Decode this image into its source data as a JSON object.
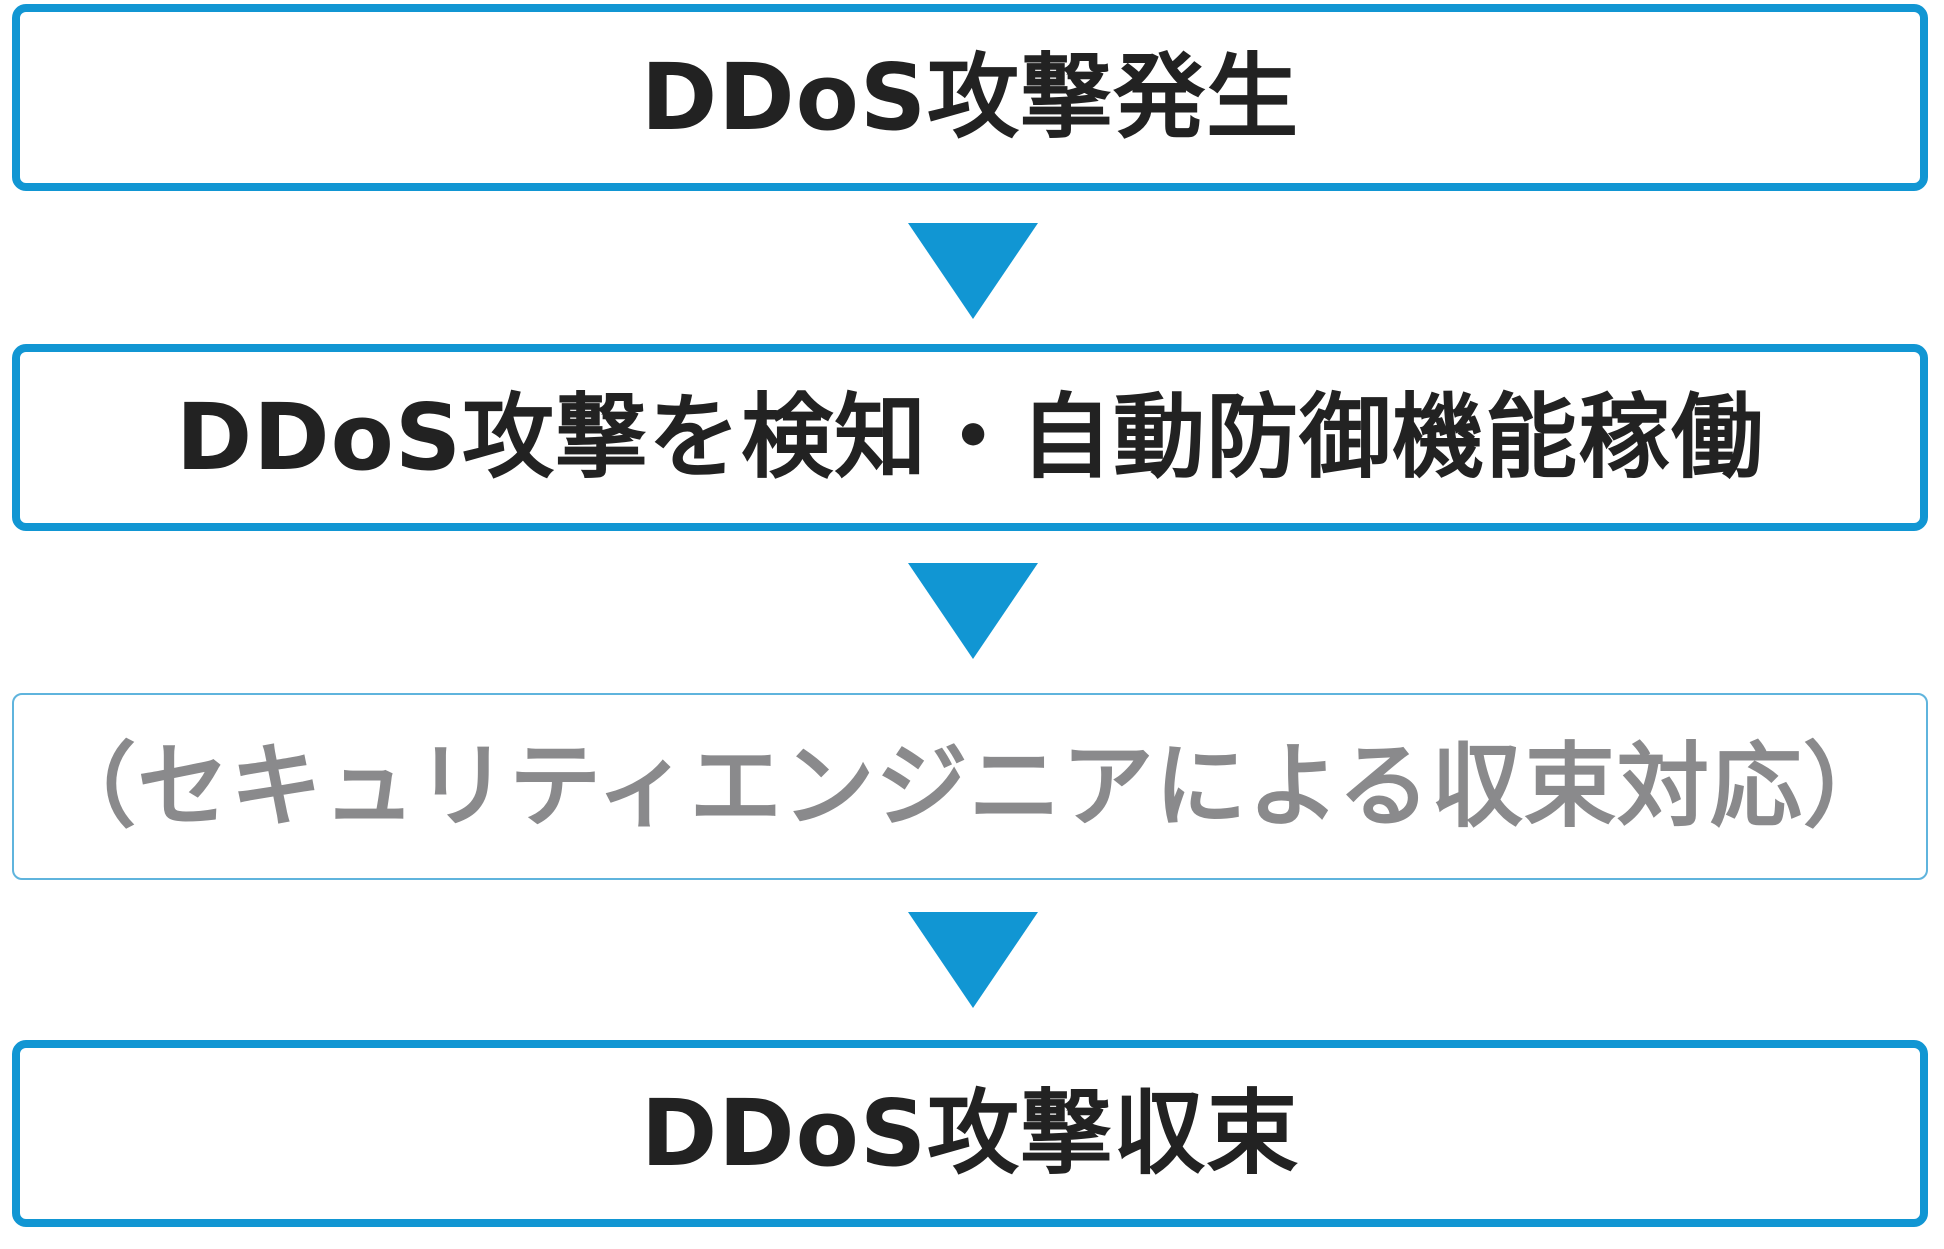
{
  "flow": {
    "steps": [
      {
        "label": "DDoS攻撃発生",
        "style": "primary"
      },
      {
        "label": "DDoS攻撃を検知・自動防御機能稼働",
        "style": "primary"
      },
      {
        "label": "（セキュリティエンジニアによる収束対応）",
        "style": "secondary"
      },
      {
        "label": "DDoS攻撃収束",
        "style": "primary"
      }
    ],
    "connector": "down-triangle-arrow"
  },
  "colors": {
    "accent_blue": "#1196d3",
    "secondary_border": "#5fb4dd",
    "primary_text": "#222222",
    "secondary_text": "#8a8a8c",
    "background": "#ffffff"
  }
}
